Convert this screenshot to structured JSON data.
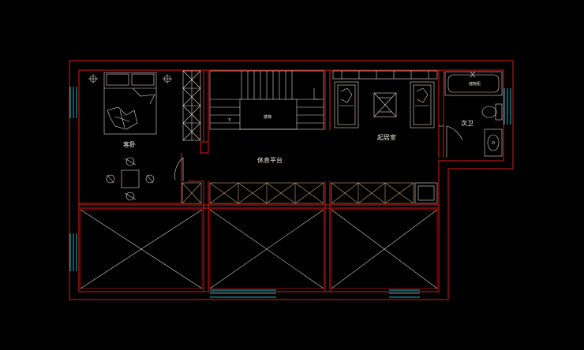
{
  "canvas": {
    "background": "#000000"
  },
  "colors": {
    "outer_wall": "#e01818",
    "inner_line": "#c83828",
    "furniture": "#e6d8cc",
    "window": "#19b7c9",
    "cabinet": "#c9a27a",
    "stair": "#e6d8cc"
  },
  "rooms": {
    "guest_room": "客卧",
    "lounge_platform": "休息平台",
    "living_room": "起居室",
    "bathroom": "次卫"
  },
  "small_labels": {
    "stair_core": "楼梯",
    "stair_down": "下",
    "bath_cabinet": "储物柜"
  },
  "icons": [
    "bed-icon",
    "sofa-icon",
    "armchair-icon",
    "toilet-icon",
    "washbasin-icon",
    "bathtub-icon",
    "door-swing-icon",
    "staircase-icon"
  ]
}
